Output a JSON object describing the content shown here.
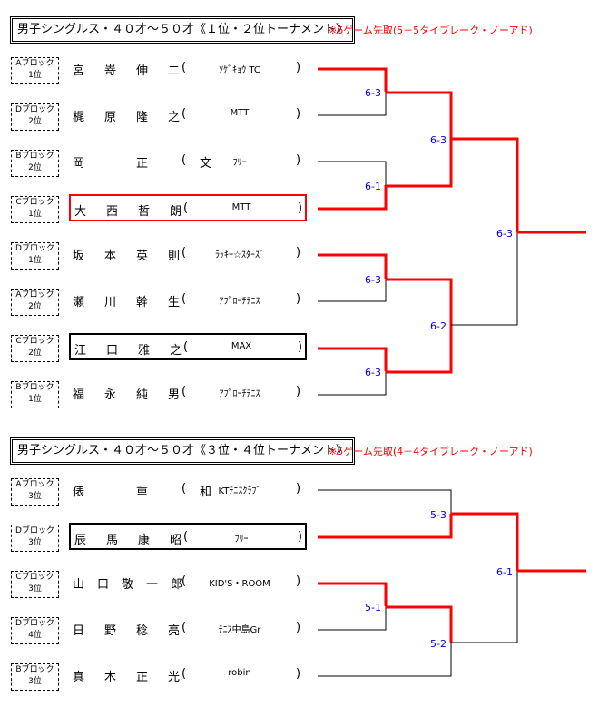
{
  "sections": [
    {
      "title": "男子シングルス・４０才～５０才《１位・２位トーナメント》",
      "note": "※6ゲーム先取(5－5タイブレーク・ノーアド)",
      "players": [
        {
          "block": "Aブロック",
          "rank": "1位",
          "name": "宮嵜伸二",
          "club": "ｿｹﾞｷｮｳ TC"
        },
        {
          "block": "Dブロック",
          "rank": "2位",
          "name": "梶原隆之",
          "club": "MTT"
        },
        {
          "block": "Bブロック",
          "rank": "2位",
          "name": "岡　正　文",
          "club": "ﾌﾘｰ"
        },
        {
          "block": "Cブロック",
          "rank": "1位",
          "name": "大西哲朗",
          "club": "MTT"
        },
        {
          "block": "Dブロック",
          "rank": "1位",
          "name": "坂本英則",
          "club": "ﾗｯｷｰ☆ｽﾀｰｽﾞ"
        },
        {
          "block": "Aブロック",
          "rank": "2位",
          "name": "瀬川幹生",
          "club": "ｱﾌﾟﾛｰﾁﾃﾆｽ"
        },
        {
          "block": "Cブロック",
          "rank": "2位",
          "name": "江口雅之",
          "club": "MAX"
        },
        {
          "block": "Bブロック",
          "rank": "1位",
          "name": "福永純男",
          "club": "ｱﾌﾟﾛｰﾁﾃﾆｽ"
        }
      ],
      "scores": [
        "6-3",
        "6-1",
        "6-3",
        "6-3",
        "6-3",
        "6-2",
        "6-3"
      ]
    },
    {
      "title": "男子シングルス・４０才～５０才《３位・４位トーナメント》",
      "note": "※5ゲーム先取(4－4タイブレーク・ノーアド)",
      "players": [
        {
          "block": "Aブロック",
          "rank": "3位",
          "name": "俵　重　和",
          "club": "KTﾃﾆｽｸﾗﾌﾞ"
        },
        {
          "block": "Dブロック",
          "rank": "3位",
          "name": "辰馬康昭",
          "club": "ﾌﾘｰ"
        },
        {
          "block": "Cブロック",
          "rank": "3位",
          "name": "山口敬一郎",
          "club": "KID'S・ROOM"
        },
        {
          "block": "Dブロック",
          "rank": "4位",
          "name": "日野稔亮",
          "club": "ﾃﾆｽ中島Gr"
        },
        {
          "block": "Bブロック",
          "rank": "3位",
          "name": "真木正光",
          "club": "robin"
        }
      ],
      "scores": [
        "5-3",
        "5-1",
        "5-2",
        "6-1"
      ]
    }
  ],
  "colors": {
    "winner": "#ff0000",
    "loser": "#000000",
    "score": "#0000cc"
  }
}
